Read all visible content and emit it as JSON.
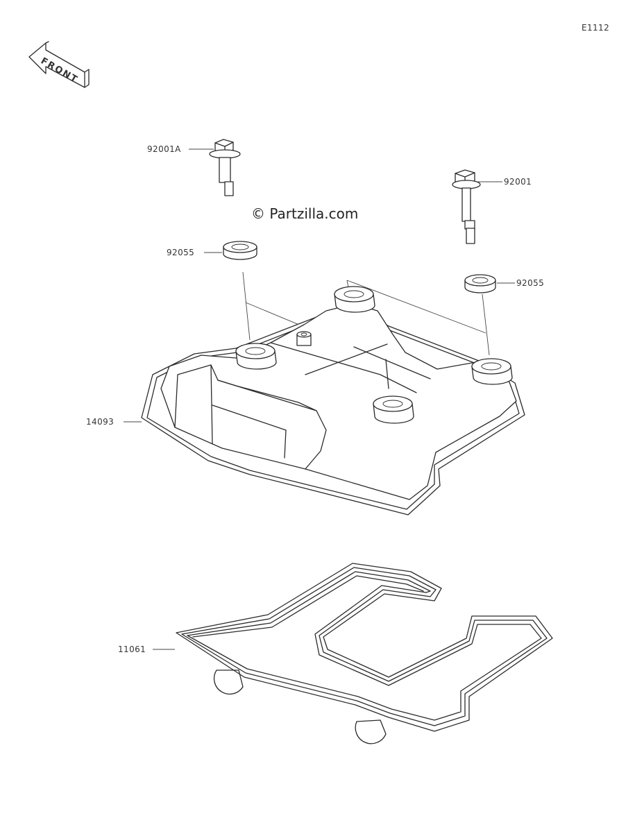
{
  "diagram_code": "E1112",
  "watermark": "© Partzilla.com",
  "front_marker": "FRONT",
  "parts": [
    {
      "id": "bolt-a",
      "number": "92001A"
    },
    {
      "id": "bolt",
      "number": "92001"
    },
    {
      "id": "grommet-left",
      "number": "92055"
    },
    {
      "id": "grommet-right",
      "number": "92055"
    },
    {
      "id": "cylinder-head-cover",
      "number": "14093"
    },
    {
      "id": "gasket",
      "number": "11061"
    }
  ]
}
